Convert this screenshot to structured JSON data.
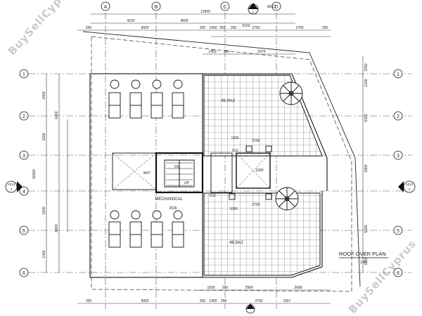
{
  "watermark": {
    "text": "BuySellCyprus"
  },
  "grid": {
    "columns": [
      "A",
      "B",
      "C",
      "D"
    ],
    "rows": [
      "1",
      "2",
      "3",
      "4",
      "5",
      "6"
    ]
  },
  "section_marks": {
    "top": "A013",
    "left": "A013",
    "right": "A013",
    "sheet": "2"
  },
  "dimensions": {
    "top1": "13900",
    "top2a": "4150",
    "top2b": "4600",
    "top3a": "200",
    "top3b": "9000",
    "top3c": "200",
    "top3d": "1450",
    "top3e": "250",
    "top3f": "5150",
    "top4a": "250",
    "top4b": "2750",
    "top4c": "3766",
    "top4d": "200",
    "top5a": "1450",
    "top5b": "200",
    "top5c": "5975",
    "left1": "3400",
    "left2": "6400",
    "left3": "3200",
    "left4": "16000",
    "left5": "6400",
    "left6": "3200",
    "left7": "1400",
    "right1": "3250",
    "right2": "1200",
    "right3": "5300",
    "right4": "3900",
    "right5": "5300",
    "right6": "1200",
    "mid1": "1000",
    "mid2": "2750",
    "mid3": "2200",
    "mid4": "2750",
    "mid5": "1000",
    "mid6": "2630",
    "bot1a": "1500",
    "bot1b": "200",
    "bot1c": "3900",
    "bot1d": "3668",
    "bot2a": "200",
    "bot2b": "9000",
    "bot2c": "200",
    "bot2d": "1450",
    "bot2e": "250",
    "bot2f": "2750",
    "bot2g": "1557"
  },
  "labels": {
    "area_top": "46.0m2",
    "area_bottom": "46.5m2",
    "mechanical": "MECHANICAL",
    "w07": "W07",
    "d11a": "D11",
    "d11b": "D11",
    "up": "UP",
    "dn": "DN",
    "plan_title": "ROOF OVER PLAN",
    "scale": "1:50"
  }
}
